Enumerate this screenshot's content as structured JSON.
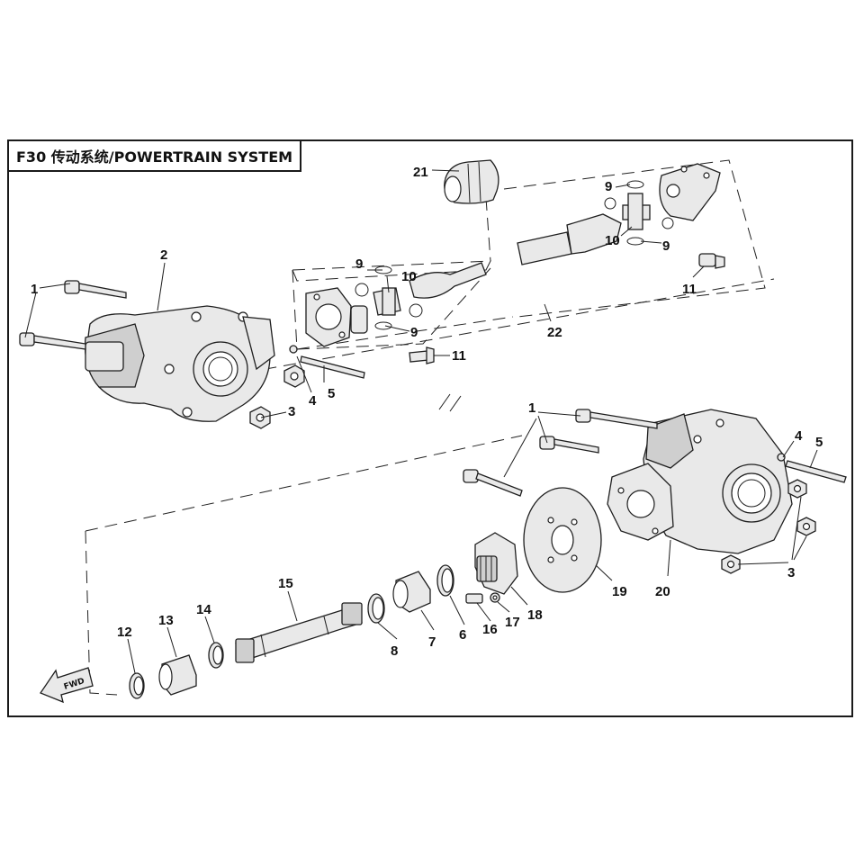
{
  "title": "F30 传动系统/POWERTRAIN SYSTEM",
  "direction_label": "FWD",
  "callouts": {
    "c1_front": "1",
    "c2": "2",
    "c3_front": "3",
    "c4_front": "4",
    "c5_front": "5",
    "c9_a": "9",
    "c10_a": "10",
    "c9_b": "9",
    "c11_a": "11",
    "c21": "21",
    "c9_c": "9",
    "c10_b": "10",
    "c9_d": "9",
    "c11_b": "11",
    "c22": "22",
    "c1_rear": "1",
    "c4_rear": "4",
    "c5_rear": "5",
    "c3_rear": "3",
    "c20": "20",
    "c19": "19",
    "c18": "18",
    "c17": "17",
    "c16": "16",
    "c6": "6",
    "c7": "7",
    "c8": "8",
    "c15": "15",
    "c14": "14",
    "c13": "13",
    "c12": "12"
  },
  "colors": {
    "ink": "#1e1e1e",
    "part_fill": "#e9e9e9",
    "background": "#ffffff"
  }
}
